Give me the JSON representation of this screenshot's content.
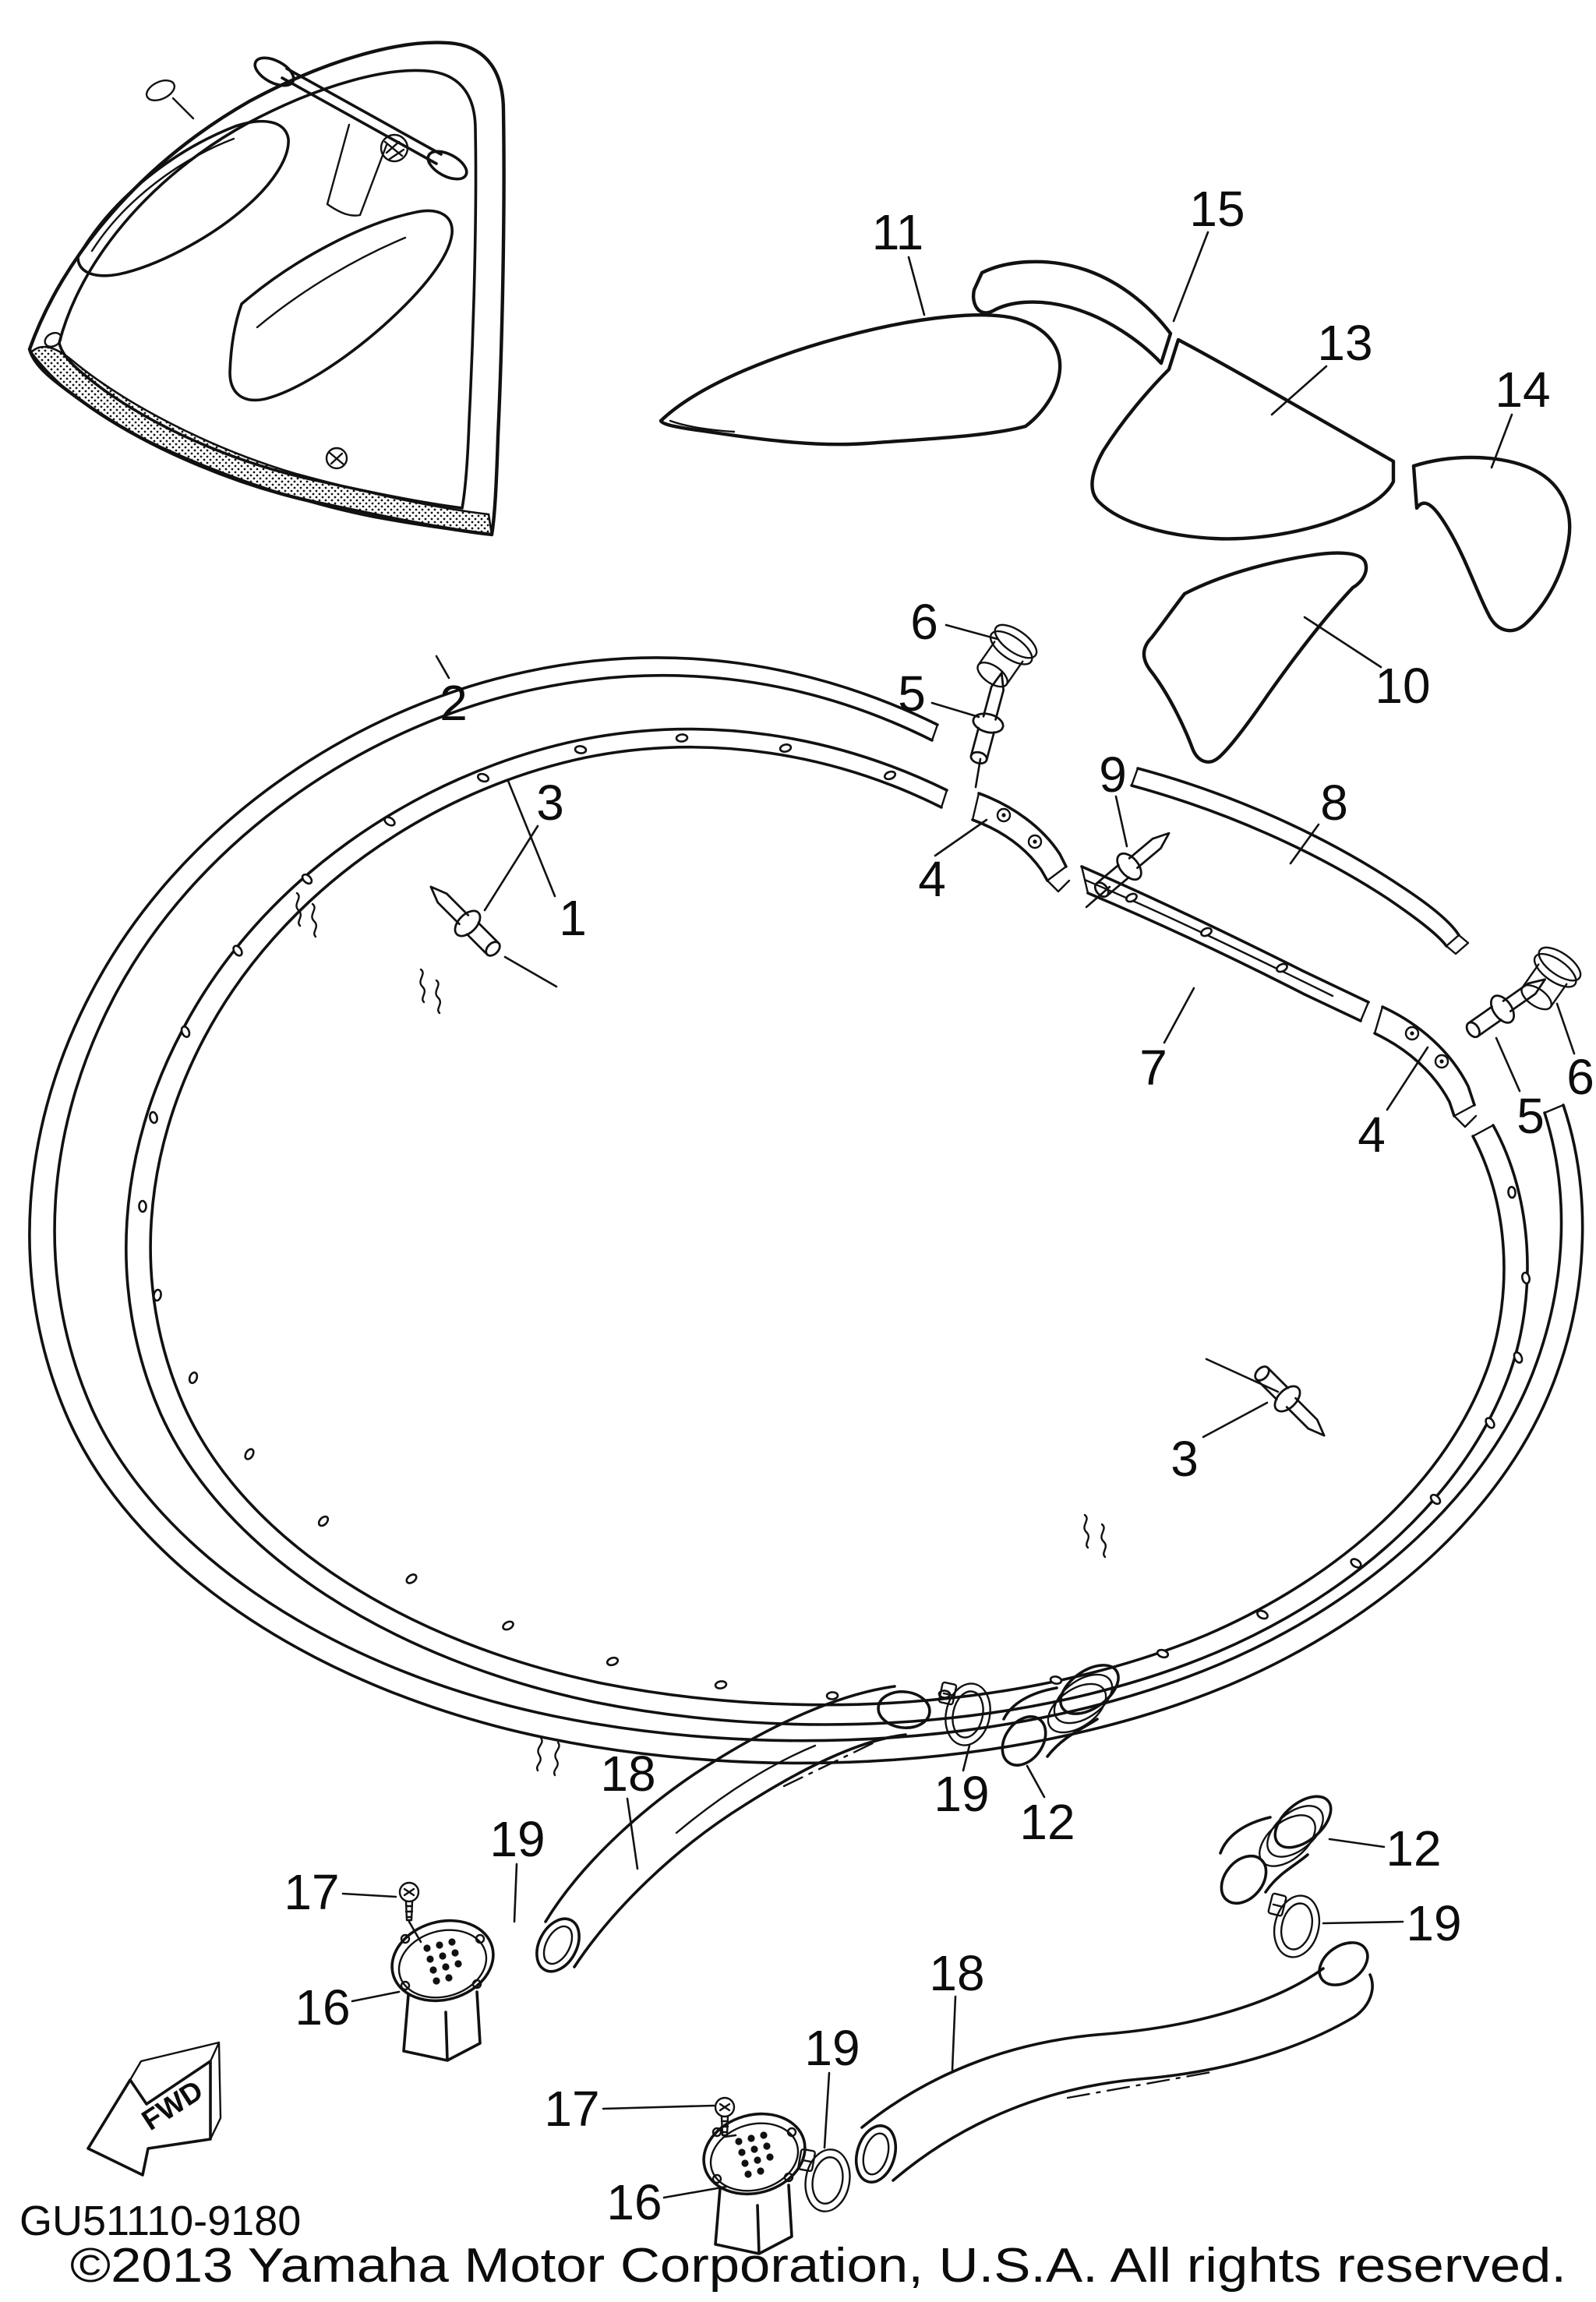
{
  "diagram": {
    "drawing_number": "GU51110-9180",
    "copyright": "©2013 Yamaha Motor Corporation, U.S.A. All rights reserved.",
    "fwd_label": "FWD",
    "ink_color": "#111111",
    "background_color": "#ffffff"
  },
  "callouts": {
    "c1": "1",
    "c2": "2",
    "c3a": "3",
    "c3b": "3",
    "c4a": "4",
    "c4b": "4",
    "c5a": "5",
    "c5b": "5",
    "c6a": "6",
    "c6b": "6",
    "c7": "7",
    "c8": "8",
    "c9": "9",
    "c10": "10",
    "c11": "11",
    "c12a": "12",
    "c12b": "12",
    "c13": "13",
    "c14": "14",
    "c15": "15",
    "c16a": "16",
    "c16b": "16",
    "c17a": "17",
    "c17b": "17",
    "c18a": "18",
    "c18b": "18",
    "c19a": "19",
    "c19b": "19",
    "c19c": "19",
    "c19d": "19"
  }
}
